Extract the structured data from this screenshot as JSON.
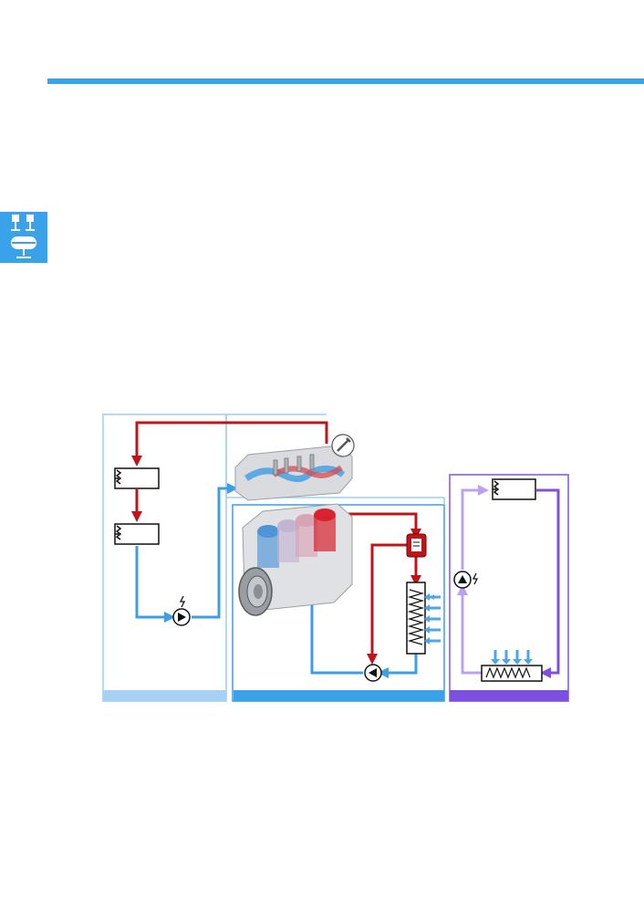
{
  "page": {
    "accent_color": "#3aa2e8",
    "badge_icon": "engine-section-icon"
  },
  "diagram": {
    "colors": {
      "hot": "#c0141b",
      "cool": "#3d9ee4",
      "light_cool": "#a7d2f4",
      "low_temp": "#7f50e0",
      "low_temp_light": "#b9a3ee",
      "panel_border_left": "#9fcef0",
      "panel_border_mid": "#3d9ee4",
      "panel_border_right": "#7c55e0"
    },
    "circuits": [
      {
        "name": "",
        "footer_color": "#a6d1f4"
      },
      {
        "name": "",
        "footer_color": "#3aa2e8"
      },
      {
        "name": "",
        "footer_color": "#7b4fe0"
      }
    ],
    "components": {
      "left": [
        "heater-core-1",
        "heater-core-2",
        "electric-pump",
        "cylinder-head"
      ],
      "middle": [
        "engine-block",
        "thermostat",
        "radiator",
        "mechanical-pump"
      ],
      "right": [
        "heat-exchanger",
        "electric-pump",
        "low-temp-radiator"
      ]
    }
  }
}
